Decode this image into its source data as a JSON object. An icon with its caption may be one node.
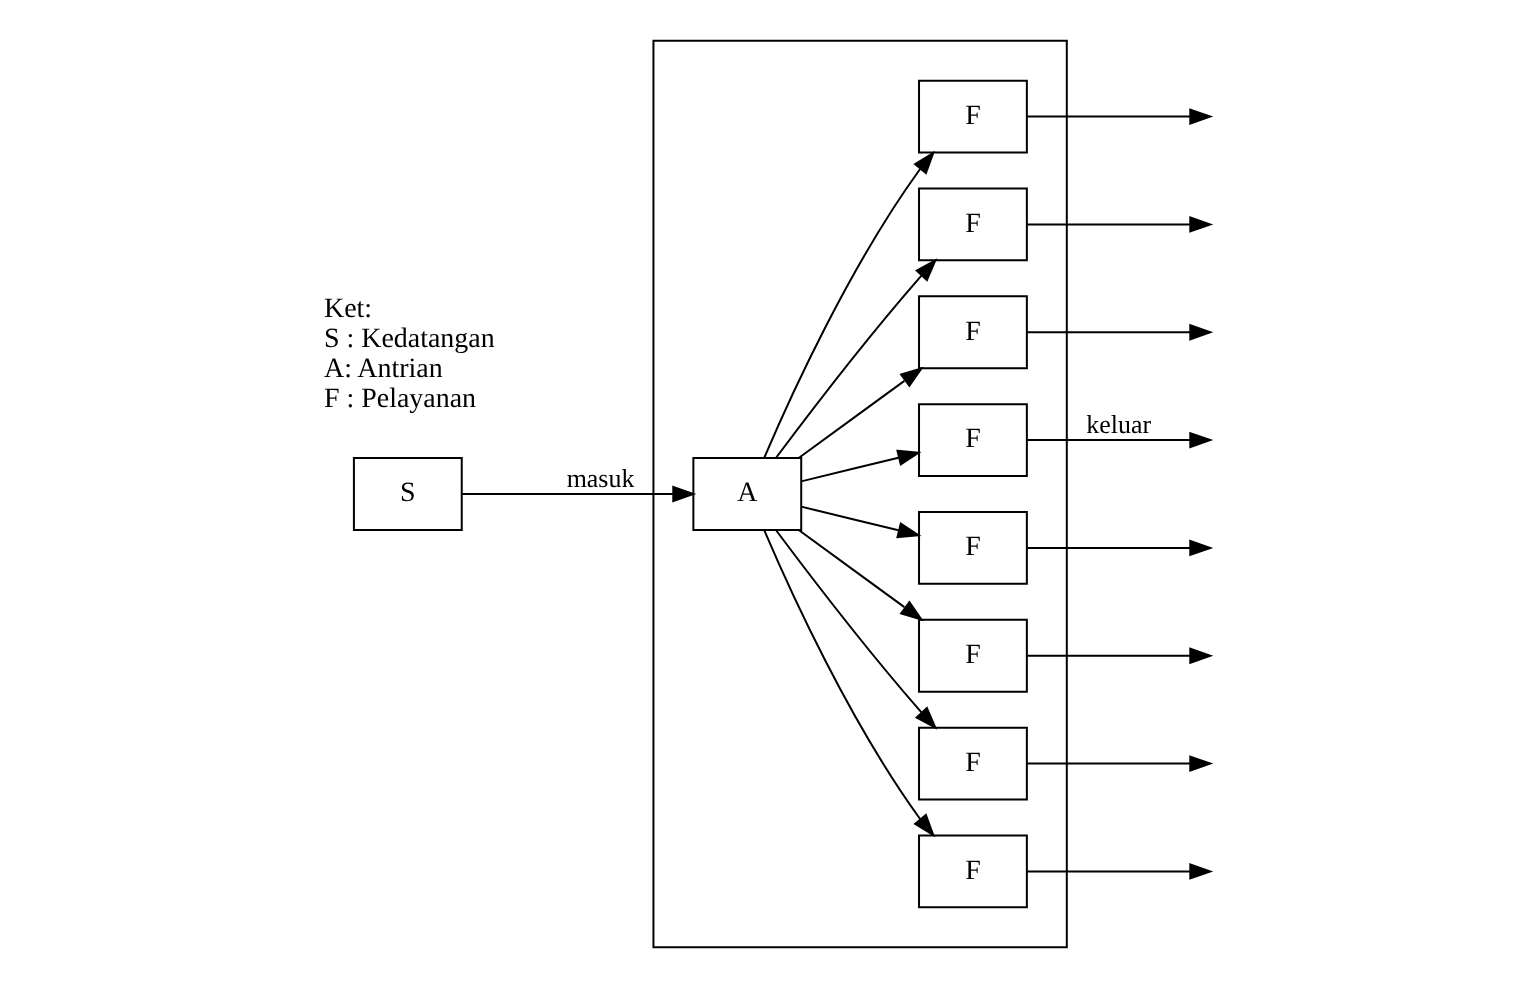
{
  "diagram": {
    "nodes": [
      {
        "text": [
          "S"
        ]
      },
      {
        "text": [],
        "shape": "box"
      },
      {
        "text": [
          "A"
        ],
        "in": 1
      },
      {
        "text": [
          "F"
        ],
        "in": 1
      },
      {
        "text": [
          "F"
        ],
        "in": 1
      },
      {
        "text": [
          "F"
        ],
        "in": 1
      },
      {
        "text": [
          "F"
        ],
        "in": 1
      },
      {
        "text": [
          "F"
        ],
        "in": 1
      },
      {
        "text": [
          "F"
        ],
        "in": 1
      },
      {
        "text": [
          "F"
        ],
        "in": 1
      },
      {
        "text": [
          "F"
        ],
        "in": 1
      }
    ],
    "edges": [
      {
        "from": 0,
        "to": 2,
        "arrow": "to",
        "label": "masuk"
      },
      {
        "from": 2,
        "to": 3,
        "arrow": "to"
      },
      {
        "from": 2,
        "to": 4,
        "arrow": "to"
      },
      {
        "from": 2,
        "to": 5,
        "arrow": "to"
      },
      {
        "from": 2,
        "to": 6,
        "arrow": "to"
      },
      {
        "from": 2,
        "to": 7,
        "arrow": "to"
      },
      {
        "from": 2,
        "to": 8,
        "arrow": "to"
      },
      {
        "from": 2,
        "to": 9,
        "arrow": "to"
      },
      {
        "from": 2,
        "to": 10,
        "arrow": "to"
      },
      {
        "from": 3,
        "to": null,
        "arrow": "to"
      },
      {
        "from": 4,
        "to": null,
        "arrow": "to"
      },
      {
        "from": 5,
        "to": null,
        "arrow": "to"
      },
      {
        "from": 6,
        "to": null,
        "arrow": "to",
        "label": "keluar"
      },
      {
        "from": 7,
        "to": null,
        "arrow": "to"
      },
      {
        "from": 8,
        "to": null,
        "arrow": "to"
      },
      {
        "from": 9,
        "to": null,
        "arrow": "to"
      },
      {
        "from": 10,
        "to": null,
        "arrow": "to"
      }
    ],
    "labels": [
      "Ket:",
      "S : Kedatangan",
      "A: Antrian",
      "F : Pelayanan"
    ]
  }
}
